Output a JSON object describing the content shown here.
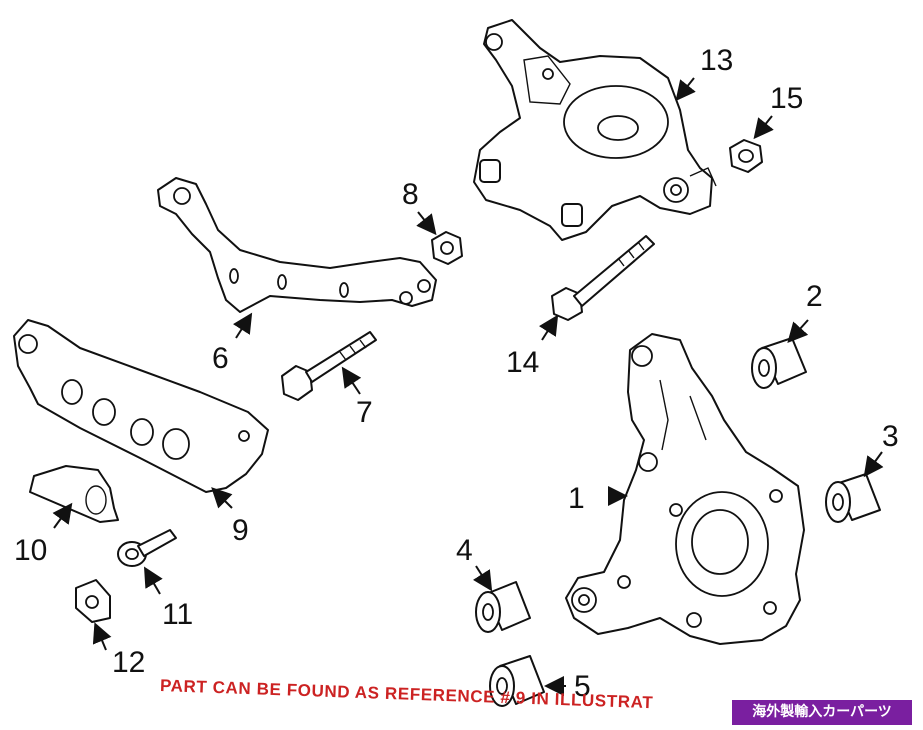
{
  "callouts": [
    {
      "id": "1",
      "label": "1"
    },
    {
      "id": "2",
      "label": "2"
    },
    {
      "id": "3",
      "label": "3"
    },
    {
      "id": "4",
      "label": "4"
    },
    {
      "id": "5",
      "label": "5"
    },
    {
      "id": "6",
      "label": "6"
    },
    {
      "id": "7",
      "label": "7"
    },
    {
      "id": "8",
      "label": "8"
    },
    {
      "id": "9",
      "label": "9"
    },
    {
      "id": "10",
      "label": "10"
    },
    {
      "id": "11",
      "label": "11"
    },
    {
      "id": "12",
      "label": "12"
    },
    {
      "id": "13",
      "label": "13"
    },
    {
      "id": "14",
      "label": "14"
    },
    {
      "id": "15",
      "label": "15"
    }
  ],
  "notice": {
    "text": "PART CAN BE FOUND AS REFERENCE # 9 IN ILLUSTRAT",
    "color": "#cc2222"
  },
  "badge": {
    "text": "海外製輸入カーパーツ",
    "background": "#7a1fa0"
  }
}
